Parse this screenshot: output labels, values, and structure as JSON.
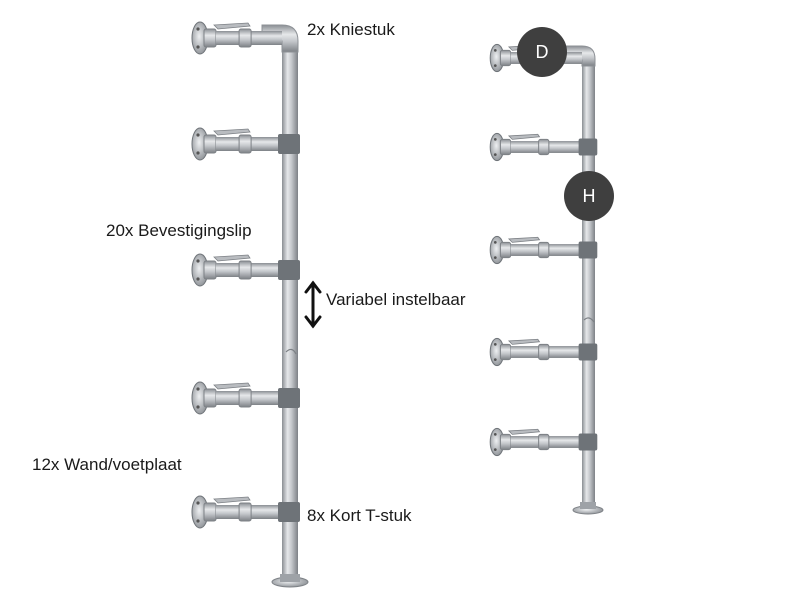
{
  "labels": {
    "elbow": "2x Kniestuk",
    "bracket": "20x Bevestigingslip",
    "variable": "Variabel instelbaar",
    "wall_plate": "12x Wand/voetplaat",
    "tee": "8x Kort T-stuk"
  },
  "badges": {
    "depth": "D",
    "height": "H"
  },
  "colors": {
    "pipe": "#c9ccd0",
    "pipe_dark": "#8d9196",
    "clamp": "#6e7378",
    "badge": "#3f3f3f",
    "text": "#1a1a1a"
  }
}
